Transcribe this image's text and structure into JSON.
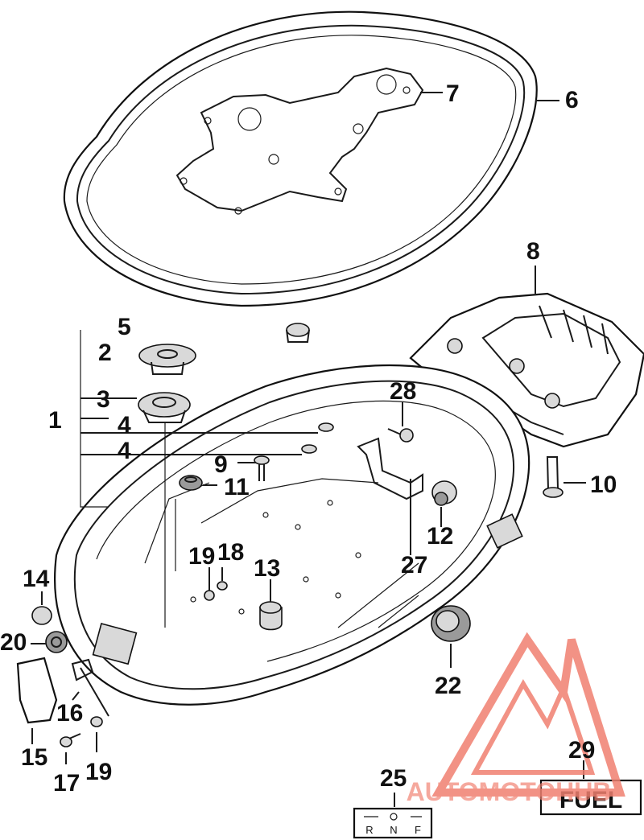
{
  "diagram": {
    "callouts": {
      "c1": "1",
      "c2": "2",
      "c3": "3",
      "c4a": "4",
      "c4b": "4",
      "c5": "5",
      "c6": "6",
      "c7": "7",
      "c8": "8",
      "c9": "9",
      "c10": "10",
      "c11": "11",
      "c12": "12",
      "c13": "13",
      "c14": "14",
      "c15": "15",
      "c16": "16",
      "c17": "17",
      "c18": "18",
      "c19a": "19",
      "c19b": "19",
      "c20": "20",
      "c22": "22",
      "c25": "25",
      "c27": "27",
      "c28": "28",
      "c29": "29"
    },
    "fuel_label": "FUEL",
    "shift_label": {
      "r": "R",
      "n": "N",
      "f": "F"
    },
    "watermark": {
      "text": "AUTOMOTOHUB",
      "color": "#f08070"
    },
    "colors": {
      "line": "#1a1a1a",
      "background": "#ffffff",
      "watermark": "#f08070"
    }
  }
}
